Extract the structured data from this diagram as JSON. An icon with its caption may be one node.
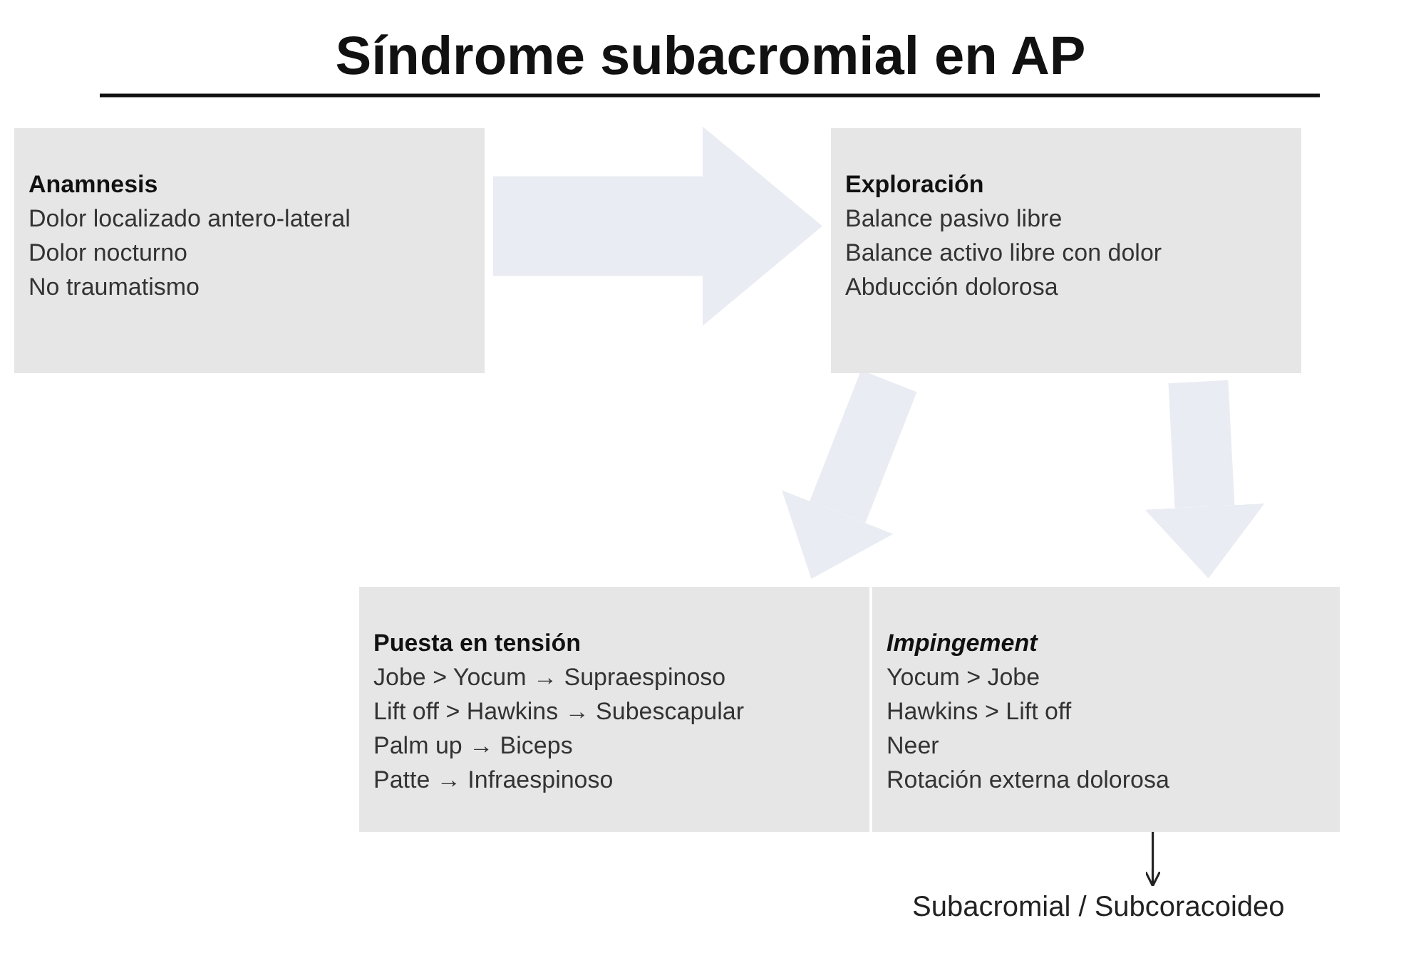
{
  "diagram": {
    "title": "Síndrome subacromial en AP",
    "nodes": [
      {
        "text": [
          "Anamnesis",
          "Dolor localizado antero-lateral",
          "Dolor nocturno",
          "No traumatismo"
        ]
      },
      {
        "text": [
          "Exploración",
          "Balance pasivo libre",
          "Balance activo libre con dolor",
          "Abducción dolorosa"
        ]
      },
      {
        "text": [
          "Puesta en tensión",
          "Jobe > Yocum → Supraespinoso",
          "Lift off > Hawkins → Subescapular",
          "Palm up → Biceps",
          "Patte → Infraespinoso"
        ]
      },
      {
        "text": [
          "Impingement",
          "Yocum > Jobe",
          "Hawkins > Lift off",
          "Neer",
          "Rotación externa dolorosa"
        ]
      },
      {
        "text": [
          "Subacromial / Subcoracoideo"
        ]
      }
    ],
    "edges": [
      {
        "from": 0,
        "to": 1,
        "arrow": "to"
      },
      {
        "from": 1,
        "to": 2,
        "arrow": "to"
      },
      {
        "from": 1,
        "to": 3,
        "arrow": "to"
      },
      {
        "from": 3,
        "to": 4,
        "arrow": "to",
        "color": "#222222"
      }
    ]
  }
}
